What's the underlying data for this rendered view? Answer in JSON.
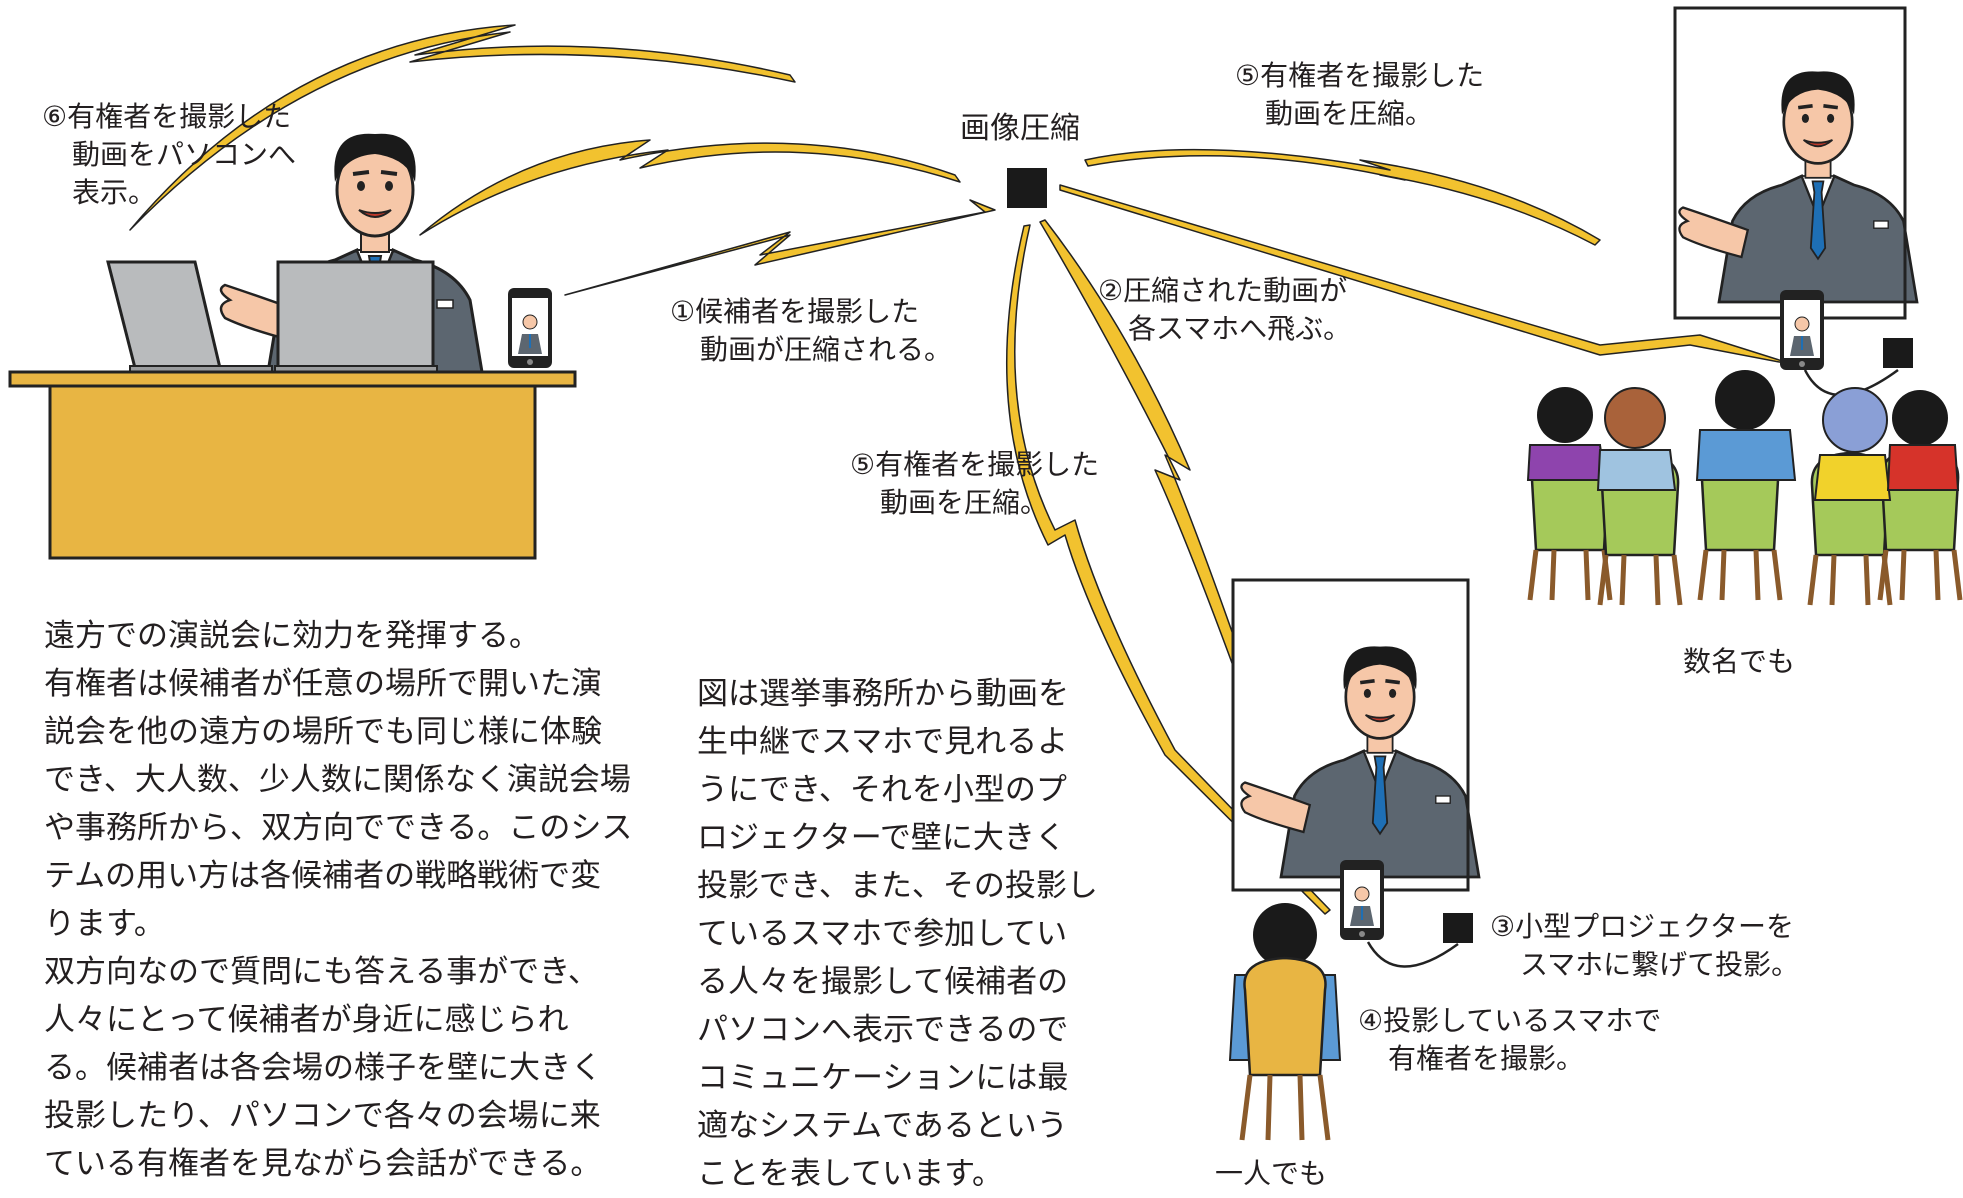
{
  "labels": {
    "step1": {
      "line1": "①候補者を撮影した",
      "line2": "動画が圧縮される。"
    },
    "step2": {
      "line1": "②圧縮された動画が",
      "line2": "各スマホへ飛ぶ。"
    },
    "step3": {
      "line1": "③小型プロジェクターを",
      "line2": "スマホに繋げて投影。"
    },
    "step4": {
      "line1": "④投影しているスマホで",
      "line2": "有権者を撮影。"
    },
    "step5_top": {
      "line1": "⑤有権者を撮影した",
      "line2": "動画を圧縮。"
    },
    "step5_mid": {
      "line1": "⑤有権者を撮影した",
      "line2": "動画を圧縮。"
    },
    "step6": {
      "line1": "⑥有権者を撮影した",
      "line2": "動画をパソコンへ",
      "line3": "表示。"
    },
    "compression": "画像圧縮"
  },
  "captions": {
    "group": "数名でも",
    "single": "一人でも"
  },
  "left_text": [
    "遠方での演説会に効力を発揮する。",
    "有権者は候補者が任意の場所で開いた演",
    "説会を他の遠方の場所でも同じ様に体験",
    "でき、大人数、少人数に関係なく演説会場",
    "や事務所から、双方向でできる。このシス",
    "テムの用い方は各候補者の戦略戦術で変",
    "ります。",
    "双方向なので質問にも答える事ができ、",
    "人々にとって候補者が身近に感じられ",
    "る。候補者は各会場の様子を壁に大きく",
    "投影したり、パソコンで各々の会場に来",
    "ている有権者を見ながら会話ができる。"
  ],
  "center_text": [
    "図は選挙事務所から動画を",
    "生中継でスマホで見れるよ",
    "うにでき、それを小型のプ",
    "ロジェクターで壁に大きく",
    "投影でき、また、その投影し",
    "ているスマホで参加してい",
    "る人々を撮影して候補者の",
    "パソコンへ表示できるので",
    "コミュニケーションには最",
    "適なシステムであるという",
    "ことを表しています。"
  ],
  "colors": {
    "desk": "#e8b543",
    "bolt": "#f2c22f",
    "suit": "#5c6670",
    "tie": "#1e6fb5",
    "chair_green": "#a5c95a",
    "laptop": "#b9bbbd"
  }
}
